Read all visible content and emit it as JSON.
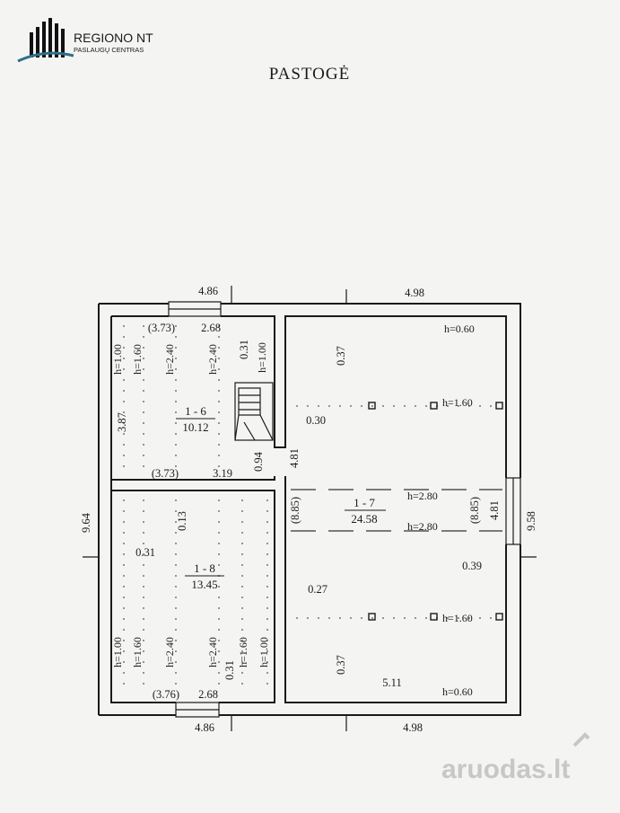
{
  "logo": {
    "name": "REGIONO NT",
    "tagline": "PASLAUGŲ CENTRAS"
  },
  "title": "PASTOGĖ",
  "watermark": "aruodas.lt",
  "rooms": [
    {
      "id": "1 - 6",
      "area": "10.12"
    },
    {
      "id": "1 - 7",
      "area": "24.58"
    },
    {
      "id": "1 - 8",
      "area": "13.45"
    }
  ],
  "dimensions": {
    "top_left": "4.86",
    "top_right": "4.98",
    "bottom_left": "4.86",
    "bottom_right": "4.98",
    "left_total": "9.64",
    "right_total": "9.58",
    "r16_top_paren": "(3.73)",
    "r16_top": "2.68",
    "r16_left": "3.87",
    "r16_right_small": "0.94",
    "r16_mid": "(3.73)",
    "r18_top": "3.19",
    "r18_bottom_paren": "(3.76)",
    "r18_bottom": "2.68",
    "r18_gap": "0.13",
    "r18_wall": "0.31",
    "r18_right": "0.27",
    "r17_left_v": "4.81",
    "r17_right_v": "4.81",
    "r17_wall": "0.30",
    "r17_right_wall": "0.39",
    "r17_top": "0.37",
    "r17_bottom": "0.37",
    "r17_bottom_len": "5.11",
    "r17_left_paren": "(8.85)",
    "r17_right_paren": "(8.85)",
    "r16_top_right_v": "0.31",
    "r18_bottom_left_v": "0.31"
  },
  "heights": {
    "h100": "h=1.00",
    "h160": "h=1.60",
    "h240": "h=2.40",
    "h060": "h=0.60",
    "h280": "h=2.80"
  }
}
